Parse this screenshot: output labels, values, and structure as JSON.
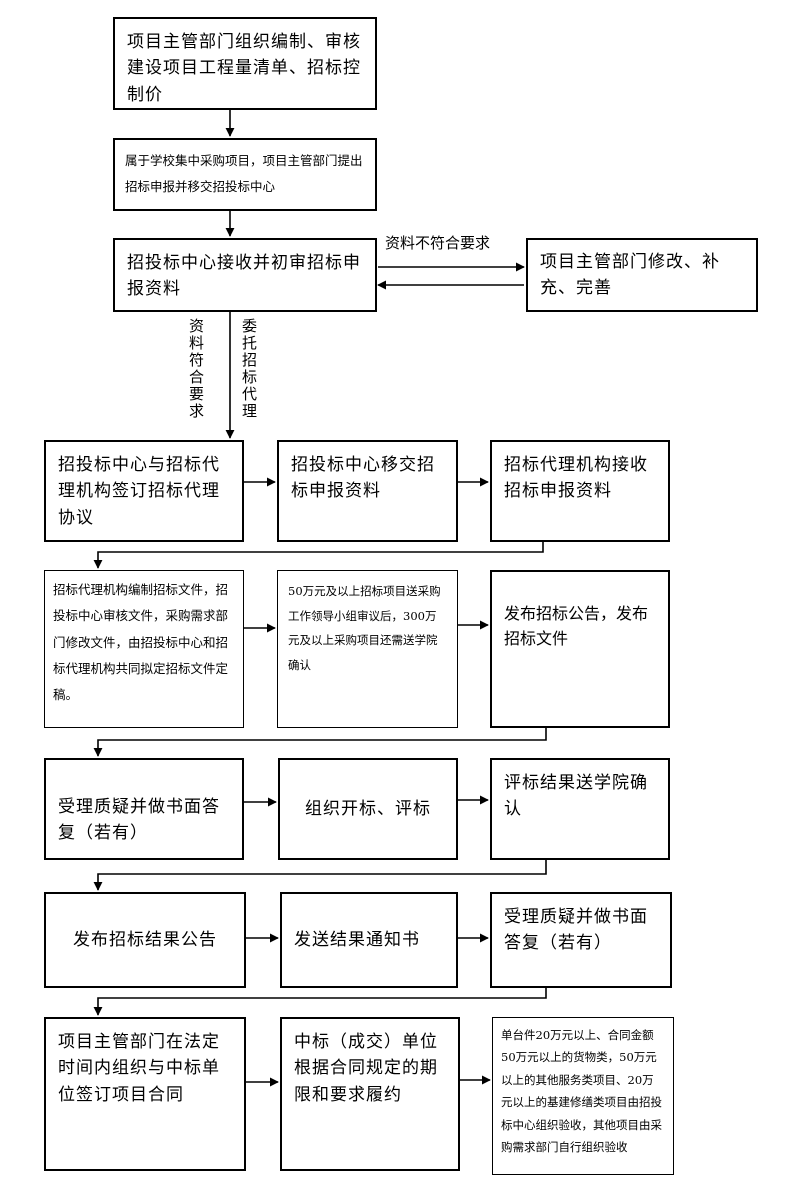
{
  "nodes": {
    "n1": "项目主管部门组织编制、审核建设项目工程量清单、招标控制价",
    "n2": "属于学校集中采购项目，项目主管部门提出招标申报并移交招投标中心",
    "n3": "招投标中心接收并初审招标申报资料",
    "n4": "项目主管部门修改、补充、完善",
    "n5": "招投标中心与招标代理机构签订招标代理协议",
    "n6": "招投标中心移交招标申报资料",
    "n7": "招标代理机构接收招标申报资料",
    "n8": "招标代理机构编制招标文件，招投标中心审核文件，采购需求部门修改文件，由招投标中心和招标代理机构共同拟定招标文件定稿。",
    "n9": "50万元及以上招标项目送采购工作领导小组审议后，300万元及以上采购项目还需送学院确认",
    "n10": "发布招标公告，发布招标文件",
    "n11": "受理质疑并做书面答复（若有）",
    "n12": "组织开标、评标",
    "n13": "评标结果送学院确认",
    "n14": "发布招标结果公告",
    "n15": "发送结果通知书",
    "n16": "受理质疑并做书面答复（若有）",
    "n17": "项目主管部门在法定时间内组织与中标单位签订项目合同",
    "n18": "中标（成交）单位根据合同规定的期限和要求履约",
    "n19": "单台件20万元以上、合同金额50万元以上的货物类，50万元以上的其他服务类项目、20万元以上的基建修缮类项目由招投标中心组织验收，其他项目由采购需求部门自行组织验收"
  },
  "edge_labels": {
    "not_compliant": "资料不符合要求",
    "compliant": "资料符合要求",
    "entrust_agent": "委托招标代理"
  }
}
